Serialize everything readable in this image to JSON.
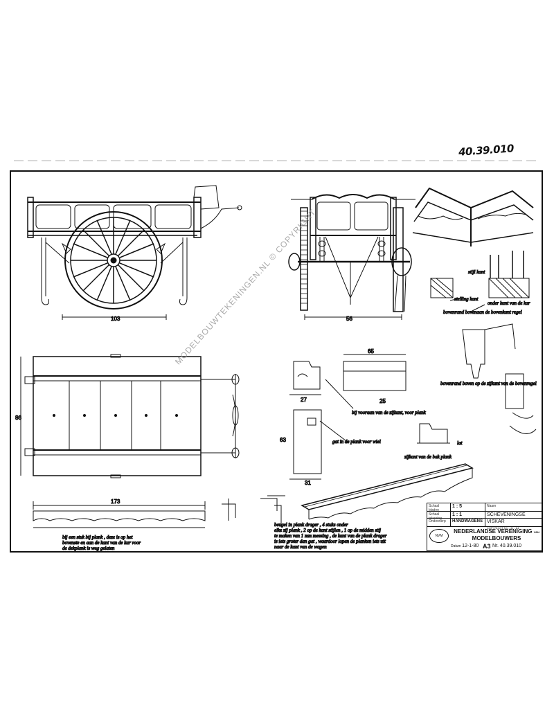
{
  "drawing_number_stamp": "40.39.010",
  "watermark": "MODELBOUWTEKENINGEN.NL © COPYRIGHT",
  "dimensions": {
    "side_length": "103",
    "front_width": "56",
    "top_width": "86",
    "bottom_length": "173",
    "detail_65": "65",
    "detail_27": "27",
    "detail_25": "25",
    "detail_31": "31",
    "detail_63": "63"
  },
  "notes": {
    "vertical_joint": "stelling kant",
    "bottom_rail": "stijl kant",
    "rail_joint": "onder kant van de kar",
    "top_rail_note": "bovenrand bovenaan de bovenkant regel",
    "handle_note": "bij vooraan van de zijkant, voor plank",
    "lower_note": "gat in de plank voor wiel",
    "lath_note": "lat",
    "side_plank_note": "zijkant van de bak plank",
    "top_detail_note": "bovenrand boven op de zijkant van de bovenregel",
    "bottom_left_note_1": "bij een stuk bij plank , deze is op het",
    "bottom_left_note_2": "bovenste en aan de kant van de kar voor",
    "bottom_left_note_3": "de dekplank is weg gelaten",
    "bottom_right_note_1": "beugel in plank drager , 4 stuks onder",
    "bottom_right_note_2": "elke zij plank , 2 op de kant stijlen , 1 op de midden stij",
    "bottom_right_note_3": "te maken van 1 mm messing , de kant van de plank drager",
    "bottom_right_note_4": "is iets groter dan gat , waardoor lopen de planken iets uit",
    "bottom_right_note_5": "naar de kant van de wagen"
  },
  "title_block": {
    "scale_label": "Schaal bladen",
    "scale_value": "1 : 5",
    "type_label": "Schaal tekening",
    "type_value": "1 : 1",
    "category_label": "Onderwerp",
    "category_value": "HANDWAGENS",
    "name_label": "Naam",
    "name_value_1": "SCHEVENINGSE",
    "name_value_2": "VISKAR",
    "copyright_small": "COPYRIGHT NV - 41 - 84",
    "org_1": "NEDERLANDSE VERENIGING",
    "org_small": "VAN",
    "org_2": "MODELBOUWERS",
    "date_label": "Datum",
    "date_value": "12-1-80",
    "sheet_size": "A3",
    "number_label": "Nr.",
    "number_value": "40.39.010",
    "logo": "NVM"
  }
}
